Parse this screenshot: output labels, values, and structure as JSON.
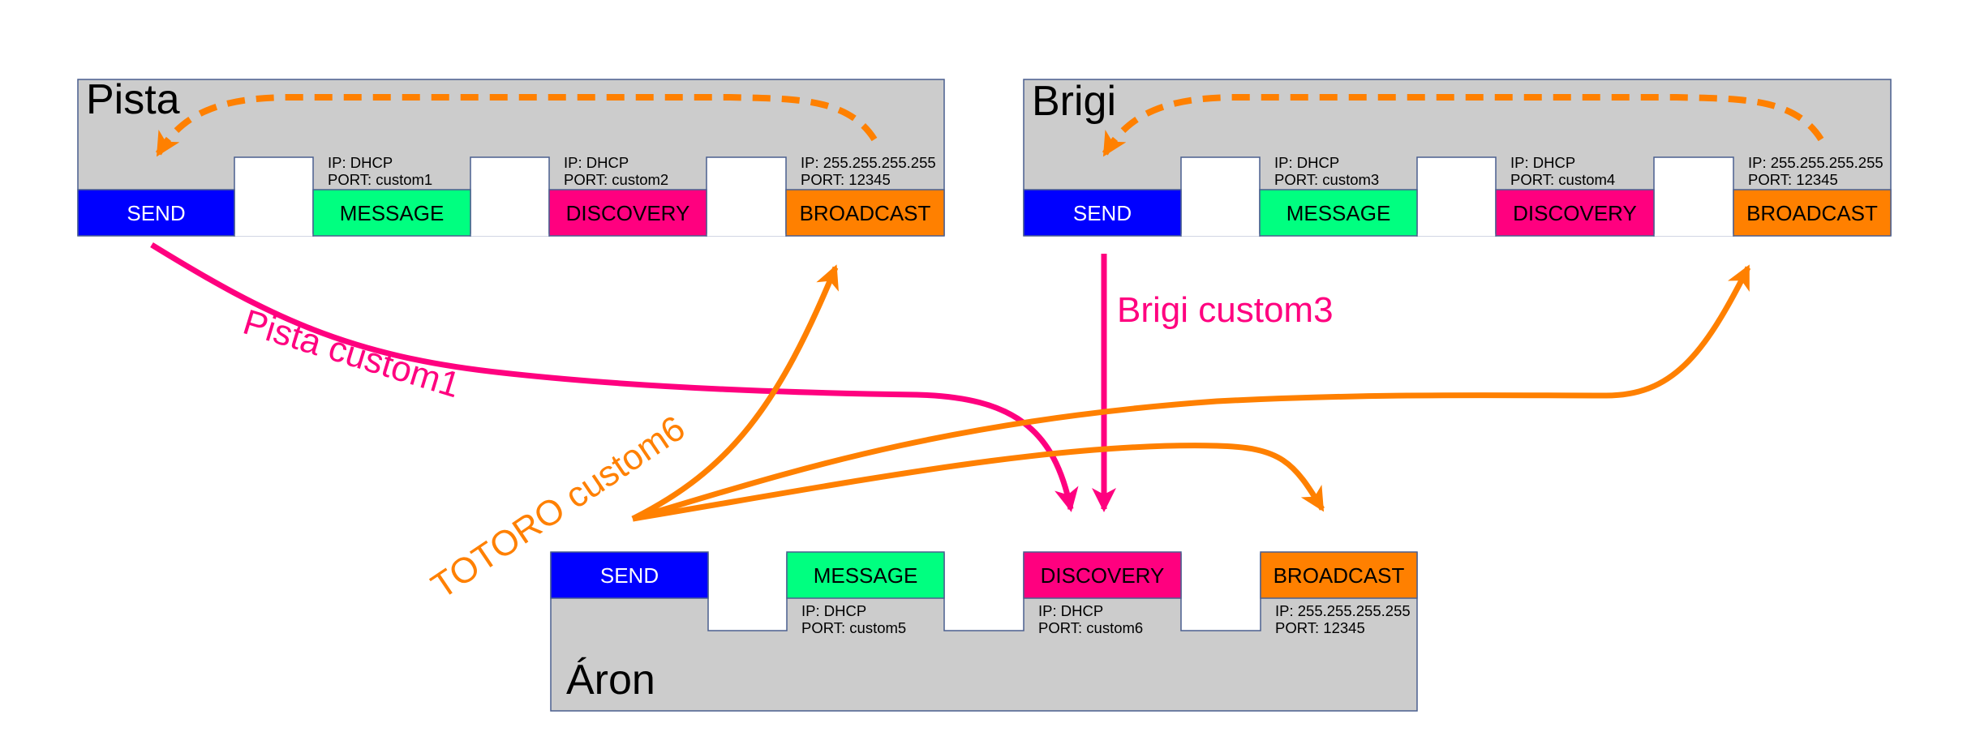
{
  "colors": {
    "panel_fill": "#cccccc",
    "panel_stroke": "#4a5f8f",
    "send": "#0000ff",
    "message": "#00ff80",
    "discovery": "#ff007f",
    "broadcast": "#ff8000",
    "pink_flow": "#ff007f",
    "orange_flow": "#ff8000",
    "send_text": "#ffffff",
    "label_text": "#000000"
  },
  "nodes": [
    {
      "id": "pista",
      "name": "Pista",
      "ports": [
        {
          "label": "SEND",
          "info": []
        },
        {
          "label": "MESSAGE",
          "info": [
            "IP: DHCP",
            "PORT: custom1"
          ]
        },
        {
          "label": "DISCOVERY",
          "info": [
            "IP: DHCP",
            "PORT: custom2"
          ]
        },
        {
          "label": "BROADCAST",
          "info": [
            "IP: 255.255.255.255",
            "PORT: 12345"
          ]
        }
      ]
    },
    {
      "id": "brigi",
      "name": "Brigi",
      "ports": [
        {
          "label": "SEND",
          "info": []
        },
        {
          "label": "MESSAGE",
          "info": [
            "IP: DHCP",
            "PORT: custom3"
          ]
        },
        {
          "label": "DISCOVERY",
          "info": [
            "IP: DHCP",
            "PORT: custom4"
          ]
        },
        {
          "label": "BROADCAST",
          "info": [
            "IP: 255.255.255.255",
            "PORT: 12345"
          ]
        }
      ]
    },
    {
      "id": "aron",
      "name": "Áron",
      "ports": [
        {
          "label": "SEND",
          "info": []
        },
        {
          "label": "MESSAGE",
          "info": [
            "IP: DHCP",
            "PORT: custom5"
          ]
        },
        {
          "label": "DISCOVERY",
          "info": [
            "IP: DHCP",
            "PORT: custom6"
          ]
        },
        {
          "label": "BROADCAST",
          "info": [
            "IP: 255.255.255.255",
            "PORT: 12345"
          ]
        }
      ]
    }
  ],
  "flow_labels": {
    "pista": "Pista custom1",
    "brigi": "Brigi custom3",
    "totoro": "TOTORO custom6"
  }
}
